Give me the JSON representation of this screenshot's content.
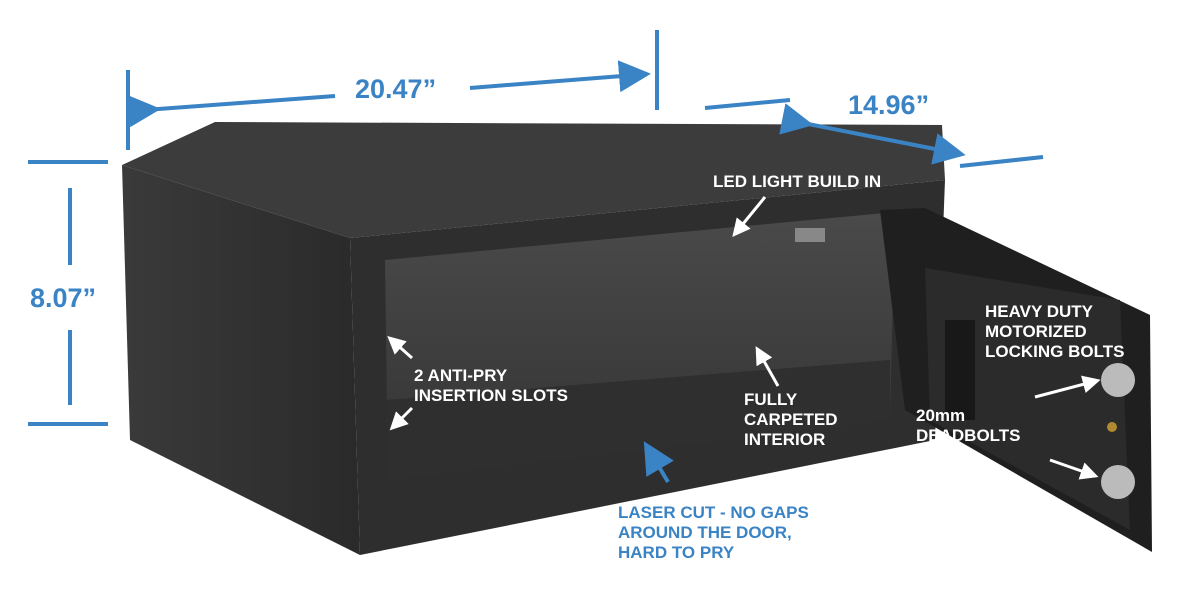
{
  "dimensions": {
    "width": "20.47”",
    "depth": "14.96”",
    "height": "8.07”"
  },
  "callouts": {
    "led": "LED LIGHT BUILD IN",
    "anti_pry": [
      "2 ANTI-PRY",
      "INSERTION SLOTS"
    ],
    "carpet": [
      "FULLY",
      "CARPETED",
      "INTERIOR"
    ],
    "bolts": [
      "HEAVY DUTY",
      "MOTORIZED",
      "LOCKING BOLTS"
    ],
    "deadbolts": [
      "20mm",
      "DEADBOLTS"
    ],
    "laser": [
      "LASER CUT - NO GAPS",
      "AROUND THE DOOR,",
      "HARD TO PRY"
    ]
  },
  "colors": {
    "accent": "#3a83c4",
    "safe_body": "#2b2b2b"
  }
}
